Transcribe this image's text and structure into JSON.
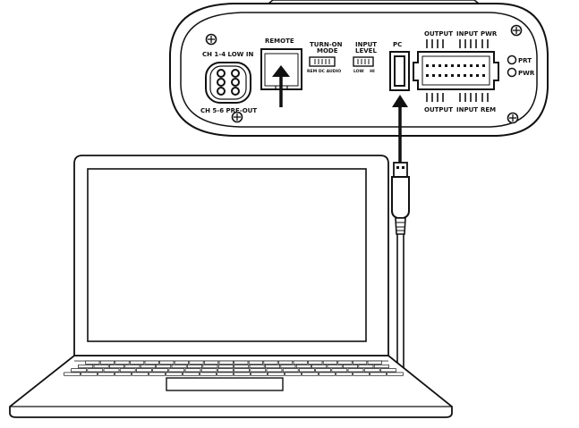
{
  "amplifier": {
    "ch_low_in": "CH 1-4 LOW IN",
    "ch_pre_out": "CH 5-6 PRE-OUT",
    "remote": "REMOTE",
    "turn_on_mode": "TURN-ON",
    "turn_on_mode_2": "MODE",
    "turn_on_options": "REM DC AUDIO",
    "input_level": "INPUT",
    "input_level_2": "LEVEL",
    "input_level_options": "LOW    HI",
    "pc": "PC",
    "output_top": "OUTPUT",
    "input_top": "INPUT",
    "pwr_top": "PWR",
    "output_bottom": "OUTPUT",
    "input_bottom": "INPUT",
    "rem_bottom": "REM",
    "prt": "PRT",
    "pwr": "PWR"
  },
  "devices": {
    "computer": "laptop",
    "cable": "usb-cable"
  }
}
